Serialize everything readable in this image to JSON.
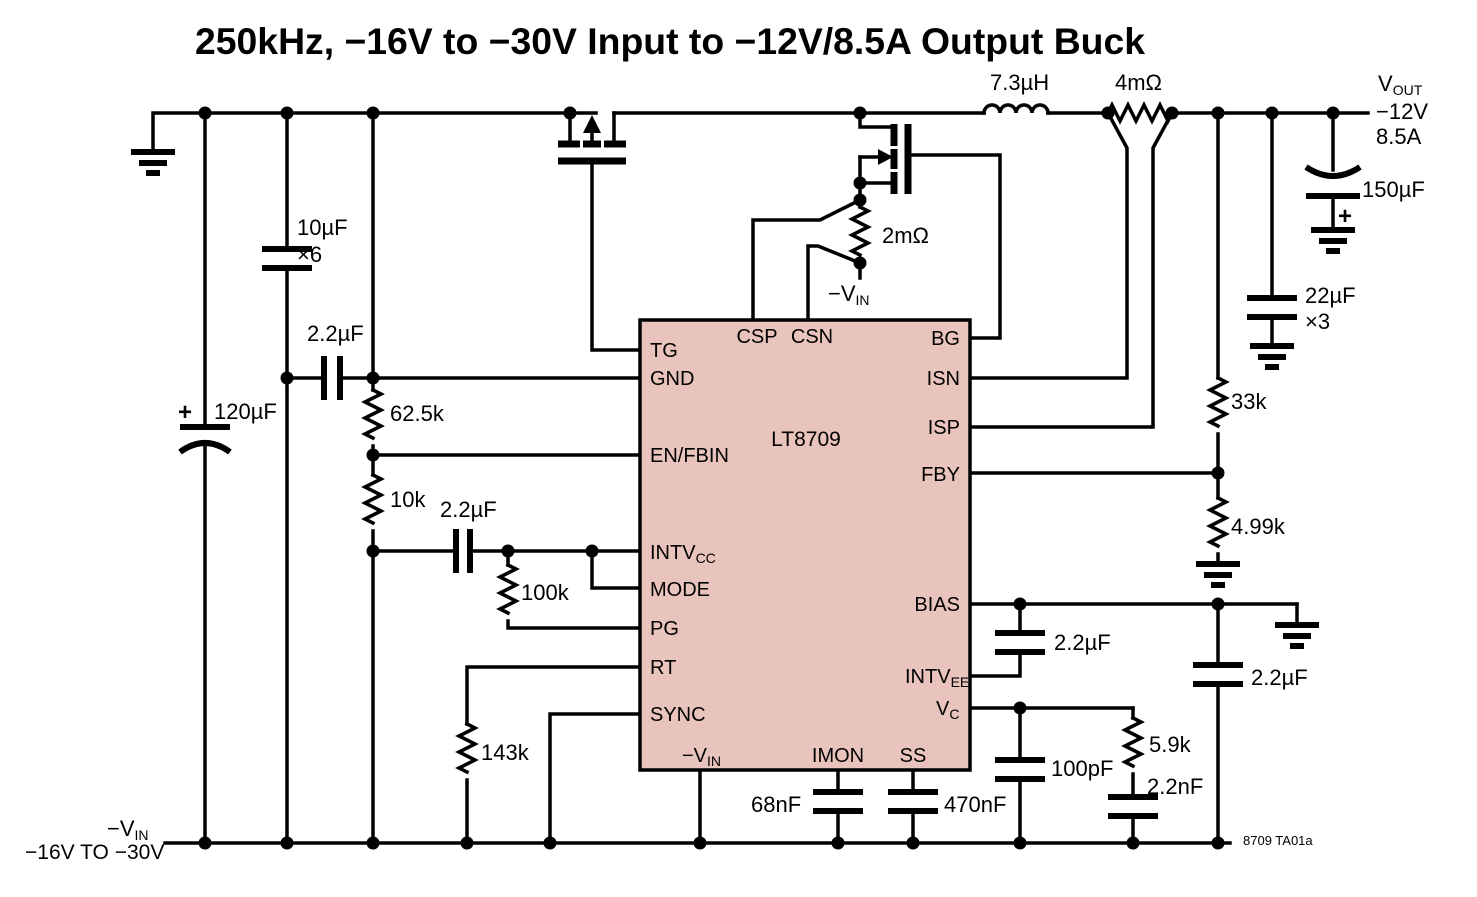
{
  "title": "250kHz, −16V to −30V Input to −12V/8.5A Output Buck",
  "note": "8709 TA01a",
  "colors": {
    "ic_fill": "#e9c4bc",
    "wire": "#000000"
  },
  "ic": {
    "part": "LT8709",
    "pins": {
      "tg": "TG",
      "gnd": "GND",
      "en_fbin": "EN/FBIN",
      "intvcc": {
        "base": "INTV",
        "sub": "CC"
      },
      "mode": "MODE",
      "pg": "PG",
      "rt": "RT",
      "sync": "SYNC",
      "csp": "CSP",
      "csn": "CSN",
      "bg": "BG",
      "isn": "ISN",
      "isp": "ISP",
      "fby": "FBY",
      "bias": "BIAS",
      "intvee": {
        "base": "INTV",
        "sub": "EE"
      },
      "vc": {
        "base": "V",
        "sub": "C"
      },
      "vin": {
        "base": "−V",
        "sub": "IN"
      },
      "imon": "IMON",
      "ss": "SS"
    }
  },
  "components": {
    "c_bulk_in": "120µF",
    "c_bulk_in_plus": "+",
    "c_in": "10µF",
    "c_in_qty": "×6",
    "c_gnd_vin": "2.2µF",
    "r_en_top": "62.5k",
    "r_en_bot": "10k",
    "c_intvcc": "2.2µF",
    "r_pg": "100k",
    "r_rt": "143k",
    "r_cs": "2mΩ",
    "l1": "7.3µH",
    "r_sense": "4mΩ",
    "c_bulk_out": "150µF",
    "c_bulk_out_plus": "+",
    "c_out": "22µF",
    "c_out_qty": "×3",
    "r_fb_top": "33k",
    "r_fb_bot": "4.99k",
    "c_bias": "2.2µF",
    "c_out2": "2.2µF",
    "c_vc2": "100pF",
    "r_vc": "5.9k",
    "c_vc1": "2.2nF",
    "c_imon": "68nF",
    "c_ss": "470nF"
  },
  "io": {
    "vout": {
      "base": "V",
      "sub": "OUT"
    },
    "vout_v": "−12V",
    "vout_a": "8.5A",
    "vin": {
      "base": "−V",
      "sub": "IN"
    },
    "vin_range": "−16V TO −30V",
    "vin_node": {
      "base": "−V",
      "sub": "IN"
    }
  }
}
